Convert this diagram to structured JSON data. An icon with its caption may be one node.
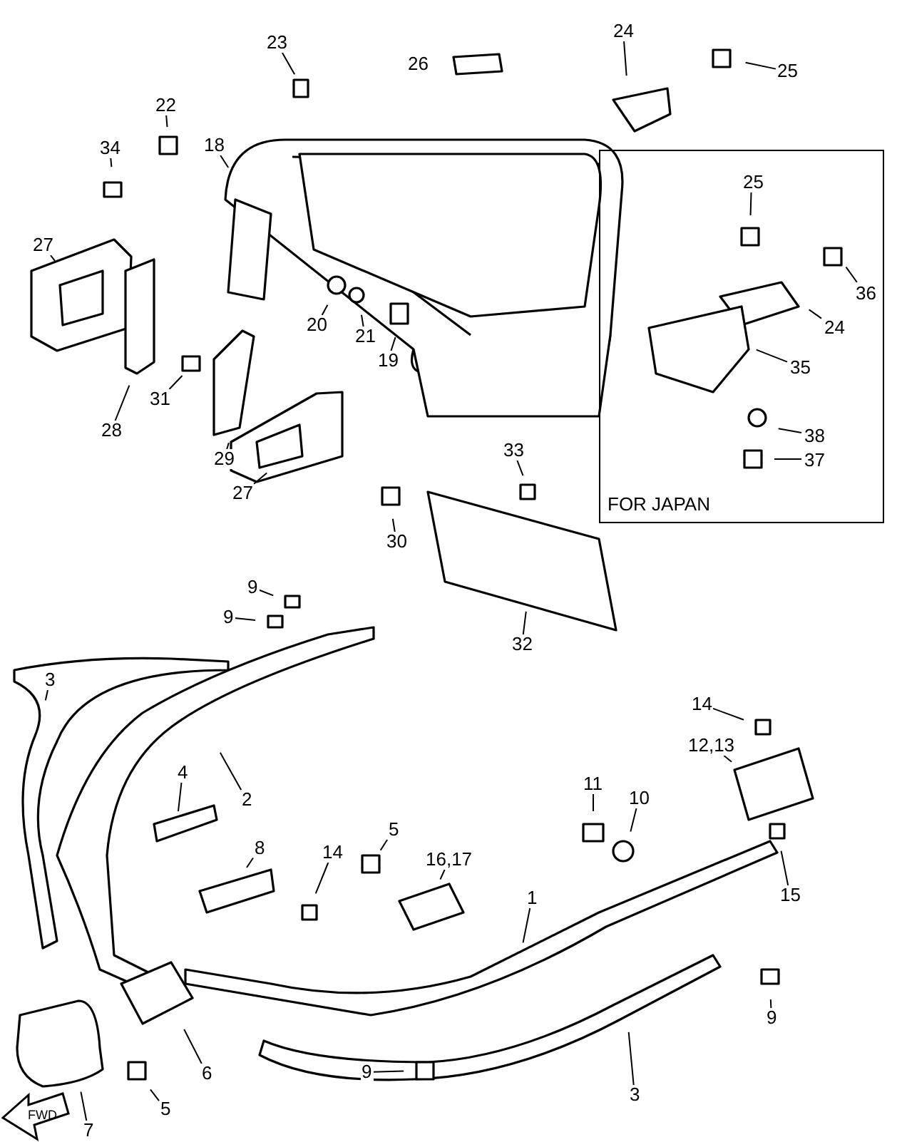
{
  "diagram": {
    "nodes": [
      {
        "text": [
          "FOR JAPAN"
        ]
      },
      {
        "text": [
          "23"
        ]
      },
      {
        "text": [
          "24"
        ]
      },
      {
        "text": [
          "25"
        ]
      },
      {
        "text": [
          "22"
        ]
      },
      {
        "text": [
          "18"
        ]
      },
      {
        "text": [
          "34"
        ]
      },
      {
        "text": [
          "27"
        ]
      },
      {
        "text": [
          "28"
        ]
      },
      {
        "text": [
          "31"
        ]
      },
      {
        "text": [
          "20"
        ]
      },
      {
        "text": [
          "21"
        ]
      },
      {
        "text": [
          "19"
        ]
      },
      {
        "text": [
          "29"
        ]
      },
      {
        "text": [
          "27"
        ]
      },
      {
        "text": [
          "30"
        ]
      },
      {
        "text": [
          "33"
        ]
      },
      {
        "text": [
          "32"
        ]
      },
      {
        "text": [
          "9"
        ]
      },
      {
        "text": [
          "9"
        ]
      },
      {
        "text": [
          "3"
        ]
      },
      {
        "text": [
          "2"
        ]
      },
      {
        "text": [
          "4"
        ]
      },
      {
        "text": [
          "8"
        ]
      },
      {
        "text": [
          "14"
        ]
      },
      {
        "text": [
          "5"
        ]
      },
      {
        "text": [
          "16,17"
        ]
      },
      {
        "text": [
          "1"
        ]
      },
      {
        "text": [
          "11"
        ]
      },
      {
        "text": [
          "10"
        ]
      },
      {
        "text": [
          "14"
        ]
      },
      {
        "text": [
          "12,13"
        ]
      },
      {
        "text": [
          "15"
        ]
      },
      {
        "text": [
          "9"
        ]
      },
      {
        "text": [
          "3"
        ]
      },
      {
        "text": [
          "9"
        ]
      },
      {
        "text": [
          "5"
        ]
      },
      {
        "text": [
          "6"
        ]
      },
      {
        "text": [
          "7"
        ]
      },
      {
        "text": [
          "25"
        ],
        "in": 0
      },
      {
        "text": [
          "36"
        ],
        "in": 0
      },
      {
        "text": [
          "24"
        ],
        "in": 0
      },
      {
        "text": [
          "35"
        ],
        "in": 0
      },
      {
        "text": [
          "38"
        ],
        "in": 0
      },
      {
        "text": [
          "37"
        ],
        "in": 0
      }
    ],
    "edges": [
      {
        "from": 1,
        "to": null,
        "arrow": "none"
      },
      {
        "from": 2,
        "to": null,
        "arrow": "none"
      },
      {
        "from": 3,
        "to": null,
        "arrow": "none"
      },
      {
        "from": 4,
        "to": null,
        "arrow": "none"
      },
      {
        "from": 5,
        "to": null,
        "arrow": "none"
      },
      {
        "from": 6,
        "to": null,
        "arrow": "none"
      },
      {
        "from": 7,
        "to": null,
        "arrow": "none"
      },
      {
        "from": 8,
        "to": null,
        "arrow": "none"
      },
      {
        "from": 9,
        "to": null,
        "arrow": "none"
      },
      {
        "from": 10,
        "to": null,
        "arrow": "none"
      },
      {
        "from": 11,
        "to": null,
        "arrow": "none"
      },
      {
        "from": 12,
        "to": null,
        "arrow": "none"
      },
      {
        "from": 13,
        "to": null,
        "arrow": "none"
      },
      {
        "from": 14,
        "to": null,
        "arrow": "none"
      },
      {
        "from": 15,
        "to": null,
        "arrow": "none"
      },
      {
        "from": 16,
        "to": null,
        "arrow": "none"
      },
      {
        "from": 17,
        "to": null,
        "arrow": "none"
      },
      {
        "from": 18,
        "to": null,
        "arrow": "none"
      },
      {
        "from": 19,
        "to": null,
        "arrow": "none"
      },
      {
        "from": 20,
        "to": null,
        "arrow": "none"
      },
      {
        "from": 21,
        "to": null,
        "arrow": "none"
      },
      {
        "from": 22,
        "to": null,
        "arrow": "none"
      },
      {
        "from": 23,
        "to": null,
        "arrow": "none"
      },
      {
        "from": 24,
        "to": null,
        "arrow": "none"
      },
      {
        "from": 25,
        "to": null,
        "arrow": "none"
      },
      {
        "from": 26,
        "to": null,
        "arrow": "none"
      },
      {
        "from": 27,
        "to": null,
        "arrow": "none"
      },
      {
        "from": 28,
        "to": null,
        "arrow": "none"
      },
      {
        "from": 29,
        "to": null,
        "arrow": "none"
      },
      {
        "from": 30,
        "to": null,
        "arrow": "none"
      },
      {
        "from": 31,
        "to": null,
        "arrow": "none"
      },
      {
        "from": 32,
        "to": null,
        "arrow": "none"
      },
      {
        "from": 33,
        "to": null,
        "arrow": "none"
      },
      {
        "from": 34,
        "to": null,
        "arrow": "none"
      },
      {
        "from": 35,
        "to": null,
        "arrow": "none"
      },
      {
        "from": 36,
        "to": null,
        "arrow": "none"
      },
      {
        "from": 37,
        "to": null,
        "arrow": "none"
      },
      {
        "from": 38,
        "to": null,
        "arrow": "none"
      },
      {
        "from": 39,
        "to": null,
        "arrow": "none"
      },
      {
        "from": 40,
        "to": null,
        "arrow": "none"
      },
      {
        "from": 41,
        "to": null,
        "arrow": "none"
      },
      {
        "from": 42,
        "to": null,
        "arrow": "none"
      },
      {
        "from": 43,
        "to": null,
        "arrow": "none"
      },
      {
        "from": 44,
        "to": null,
        "arrow": "none"
      }
    ],
    "labels": [
      "26",
      "FWD"
    ]
  }
}
